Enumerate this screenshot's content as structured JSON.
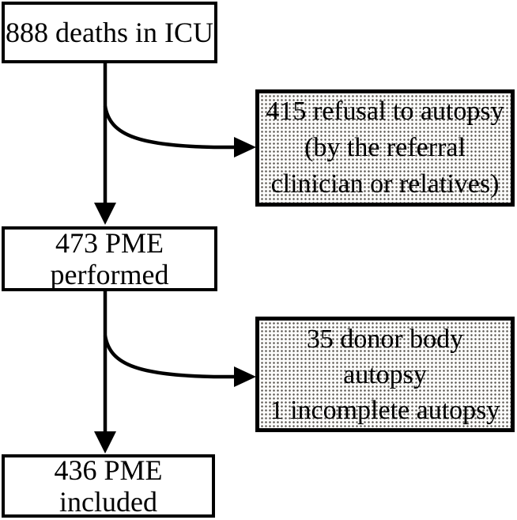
{
  "figure": {
    "title": "",
    "type": "study-flowchart"
  },
  "nodes": {
    "deaths_icu": {
      "style": "plain",
      "lines": [
        "888 deaths in ICU"
      ]
    },
    "refusal": {
      "style": "stippled",
      "lines": [
        "415 refusal to autopsy",
        "(by the referral",
        "clinician or relatives)"
      ]
    },
    "pme_performed": {
      "style": "plain",
      "lines": [
        "473 PME",
        "performed"
      ]
    },
    "donor_body": {
      "style": "stippled",
      "lines": [
        "35 donor body",
        "autopsy",
        "1 incomplete autopsy"
      ]
    },
    "pme_included": {
      "style": "plain",
      "lines": [
        "436 PME",
        "included"
      ]
    }
  },
  "edges": [
    {
      "from": "888 deaths in ICU",
      "to": "473 PME performed",
      "type": "straight-arrow-down"
    },
    {
      "from": "888 deaths in ICU",
      "to": "415 refusal to autopsy (by the referral clinician or relatives)",
      "type": "curved-arrow-right"
    },
    {
      "from": "473 PME performed",
      "to": "436 PME included",
      "type": "straight-arrow-down"
    },
    {
      "from": "473 PME performed",
      "to": "35 donor body autopsy 1 incomplete autopsy",
      "type": "curved-arrow-right"
    }
  ],
  "colors": {
    "border": "#000000",
    "text": "#000000",
    "background": "#ffffff",
    "stipple_dot": "#57534d",
    "stipple_background": "#fbfbfa"
  }
}
